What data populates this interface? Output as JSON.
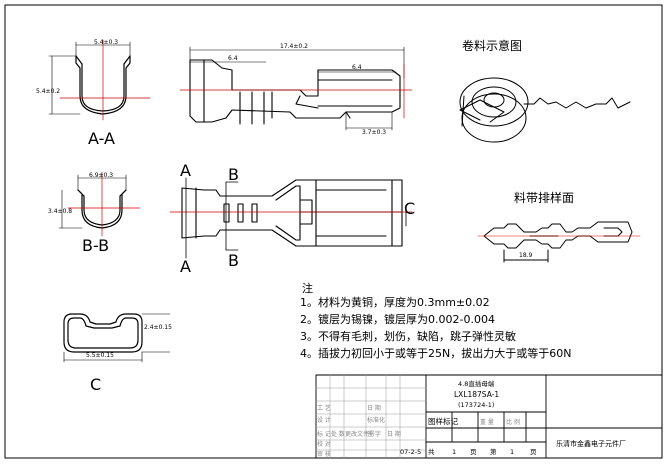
{
  "views": {
    "aa": {
      "label": "A-A",
      "width_dim": "5.4±0.3",
      "height_dim": "5.4±0.2"
    },
    "bb": {
      "label": "B-B",
      "width_dim": "6.9±0.3",
      "height_dim": "3.4±0.8"
    },
    "c": {
      "label": "C",
      "width_dim": "5.5±0.15",
      "height_dim": "2.4±0.15"
    },
    "side": {
      "total_dim": "17.4±0.2",
      "left_dim": "6.4",
      "right_dim": "6.4",
      "small_dim": "3.7±0.3"
    },
    "top": {
      "marker_a": "A",
      "marker_b": "B",
      "marker_c": "C"
    }
  },
  "reel": {
    "title": "卷料示意图"
  },
  "strip": {
    "title": "料带排样面",
    "pitch_dim": "18.9"
  },
  "notes": {
    "heading": "注",
    "items": [
      "1。材料为黄铜，厚度为0.3mm±0.02",
      "2。镀层为锡镍，镀层厚为0.002-0.004",
      "3。不得有毛刺，划伤，缺陷，跳子弹性灵敏",
      "4。插拔力初回小于或等于25N，拔出力大于或等于60N"
    ]
  },
  "title_block": {
    "product_name": "4.8直插母端",
    "part_number": "LXL187SA-1",
    "ref_number": "(173724-1)",
    "drawing_mark": "图样标记",
    "weight": "重  量",
    "scale": "比  例",
    "left_rows": [
      [
        "标  记",
        "处 数",
        "更改文件号",
        "签  字",
        "日  期"
      ],
      [
        "设  计",
        "",
        "标准化",
        "",
        ""
      ],
      [
        "校  对",
        "",
        "",
        "",
        ""
      ],
      [
        "审  核",
        "",
        "",
        "",
        ""
      ],
      [
        "工  艺",
        "",
        "日  期",
        "",
        ""
      ]
    ],
    "date": "07-2-5",
    "sheets_total_label": "共",
    "sheets_total": "1",
    "page_label": "页",
    "sheet_label": "第",
    "sheet_no": "1",
    "page_label2": "页",
    "company": "乐清市金鑫电子元件厂"
  }
}
